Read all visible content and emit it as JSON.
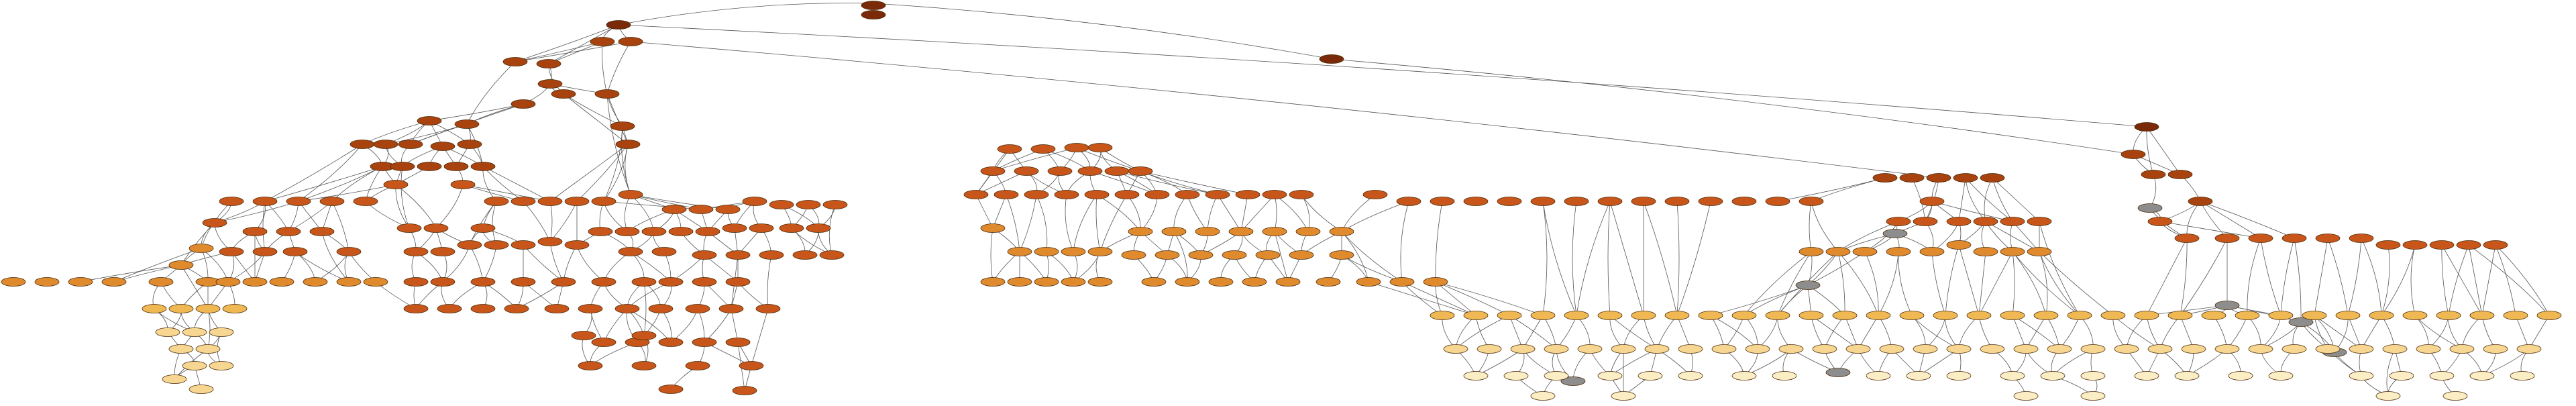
{
  "diagram": {
    "type": "dependency-graph",
    "title": "",
    "node_label_legible": false,
    "tiers": [
      {
        "name": "tier-0",
        "color": "#7a2a08"
      },
      {
        "name": "tier-1",
        "color": "#a8430f"
      },
      {
        "name": "tier-2",
        "color": "#c8561a"
      },
      {
        "name": "tier-3",
        "color": "#e08a2e"
      },
      {
        "name": "tier-4",
        "color": "#f0b853"
      },
      {
        "name": "tier-5",
        "color": "#f6d690"
      },
      {
        "name": "tier-6",
        "color": "#fbedc4"
      },
      {
        "name": "missing",
        "color": "#8d8d8d"
      }
    ],
    "node_count_note": ""
  }
}
